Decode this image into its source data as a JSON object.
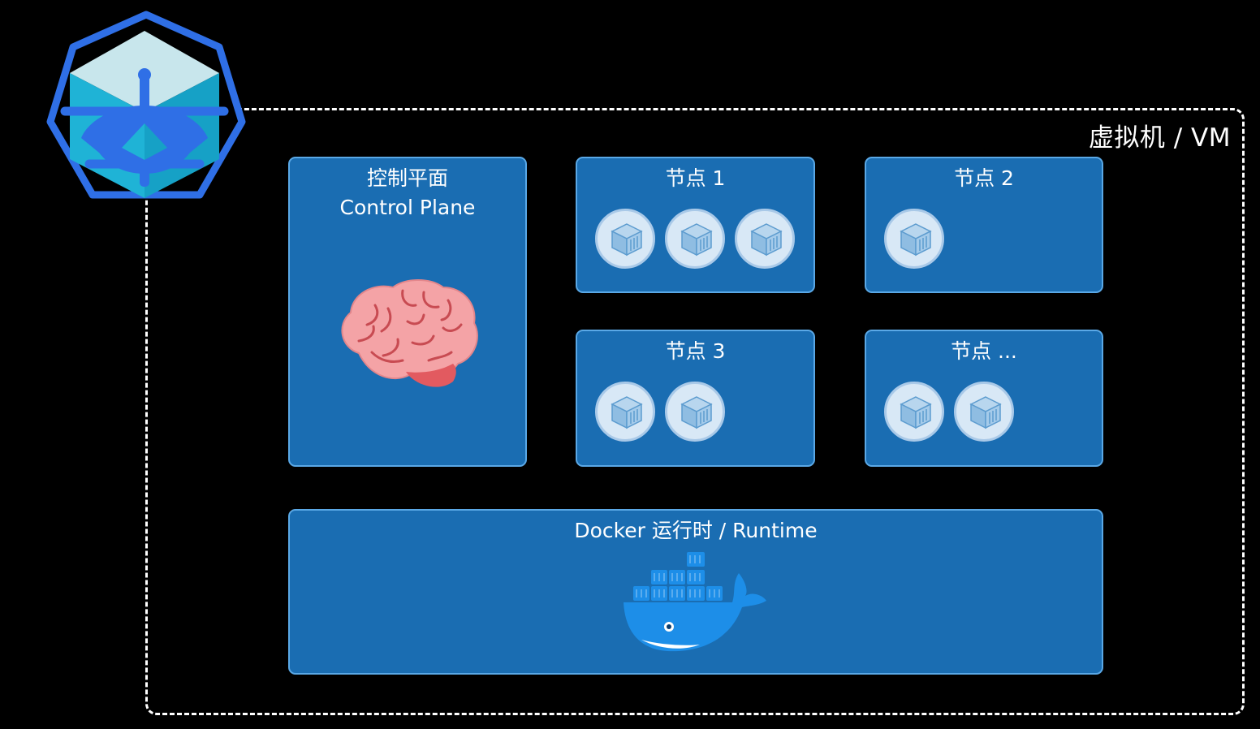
{
  "vm": {
    "label": "虚拟机 / VM"
  },
  "control_plane": {
    "title_zh": "控制平面",
    "title_en": "Control Plane"
  },
  "nodes": [
    {
      "title": "节点 1",
      "pods": 3
    },
    {
      "title": "节点 2",
      "pods": 1
    },
    {
      "title": "节点 3",
      "pods": 2
    },
    {
      "title": "节点 ...",
      "pods": 2
    }
  ],
  "runtime": {
    "title": "Docker 运行时 / Runtime"
  },
  "icons": {
    "logo": "kubernetes-helm-icon",
    "brain": "brain-icon",
    "pod": "container-cube-icon",
    "runtime": "docker-whale-icon"
  },
  "colors": {
    "background": "#000000",
    "panel": "#1a6db2",
    "panel_border": "#5aa8e6",
    "pod_fill": "#d8e8f6",
    "logo_blue": "#2f6fe6",
    "brain_pink": "#f4a3a6",
    "whale_blue": "#1d8ee8"
  }
}
